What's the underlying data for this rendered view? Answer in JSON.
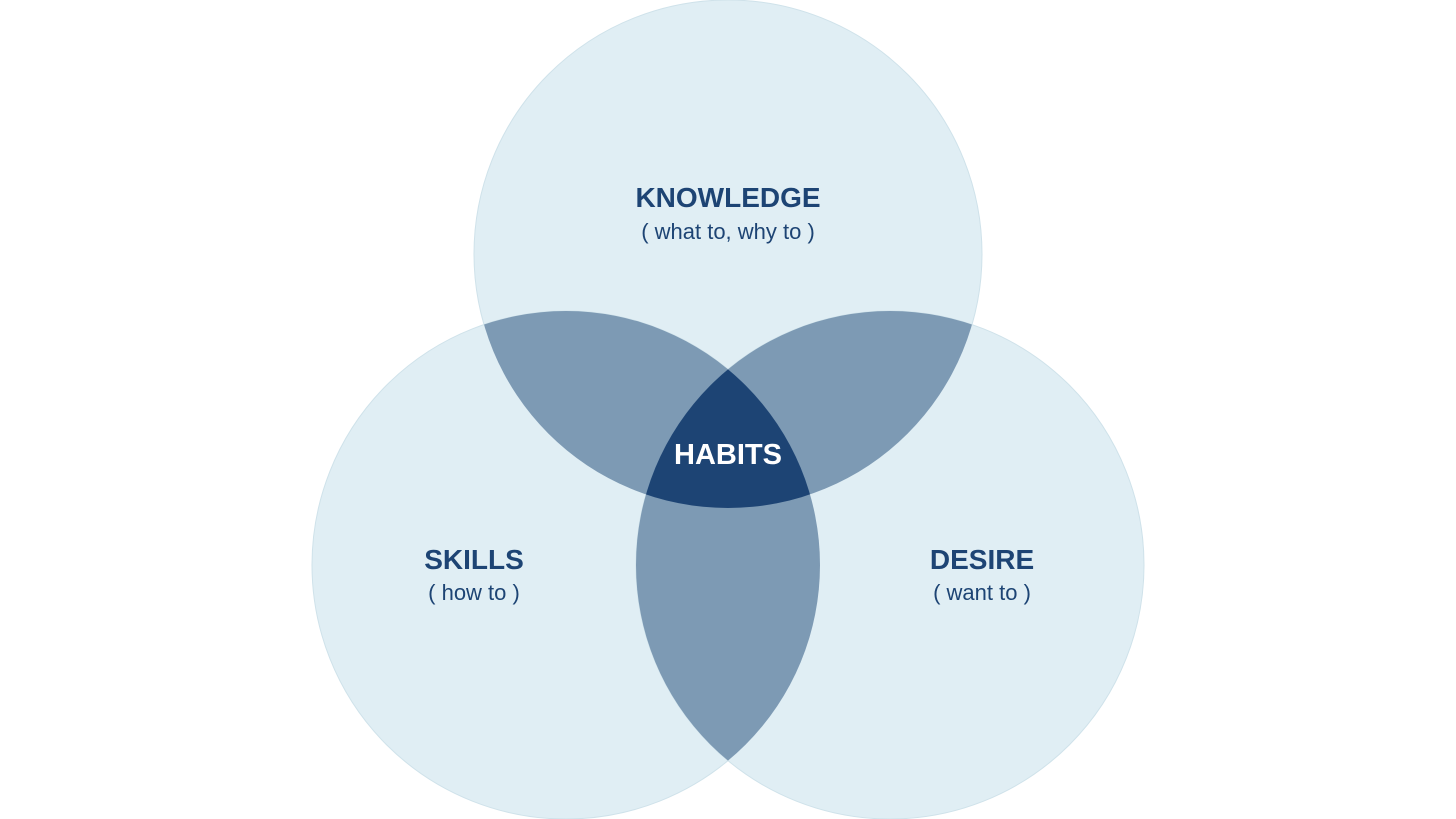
{
  "diagram": {
    "type": "venn",
    "sets": [
      {
        "id": "knowledge",
        "title": "KNOWLEDGE",
        "subtitle": "( what to, why to )"
      },
      {
        "id": "skills",
        "title": "SKILLS",
        "subtitle": "( how to )"
      },
      {
        "id": "desire",
        "title": "DESIRE",
        "subtitle": "( want to )"
      }
    ],
    "intersection": {
      "label": "HABITS"
    }
  },
  "colors": {
    "circle_fill": "#e0eef4",
    "pair_overlap": "#7d9ab4",
    "triple_overlap": "#1d4474",
    "text_dark": "#1d4474",
    "text_light": "#ffffff"
  }
}
